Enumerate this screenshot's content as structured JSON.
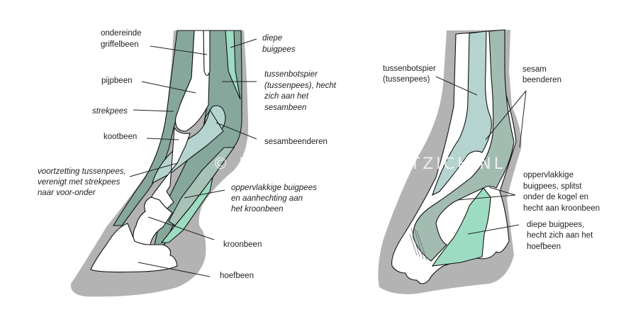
{
  "watermark": "© RENEEVERBEELDTZICH.NL",
  "colors": {
    "skin": "#b3b3b3",
    "tendon_dark": "#86a89c",
    "tendon_light": "#b6d4cf",
    "tendon_green": "#9ddcc3",
    "bone": "#ffffff"
  },
  "left_diagram": {
    "labels": {
      "ondereinde_griffelbeen": [
        "ondereinde",
        "griffelbeen"
      ],
      "diepe_buigpees": [
        "diepe",
        "buigpees"
      ],
      "pijpbeen": "pijpbeen",
      "tussenbotspier": [
        "tussenbotspier",
        "(tussenpees), hecht",
        "zich aan het",
        "sesambeen"
      ],
      "strekpees": "strekpees",
      "kootbeen": "kootbeen",
      "sesambeenderen": "sesambeenderen",
      "voortzetting": [
        "voortzetting tussenpees,",
        "verenigt met strekpees",
        "naar voor-onder"
      ],
      "oppervlakkige": [
        "oppervlakkige buigpees",
        "en aanhechting aan",
        "het kroonbeen"
      ],
      "kroonbeen": "kroonbeen",
      "hoefbeen": "hoefbeen"
    }
  },
  "right_diagram": {
    "labels": {
      "tussenbotspier": [
        "tussenbotspier",
        "(tussenpees)"
      ],
      "sesambeenderen": [
        "sesam",
        "beenderen"
      ],
      "oppervlakkige": [
        "oppervlakkige",
        "buigpees, splitst",
        "onder de kogel en",
        "hecht aan kroonbeen"
      ],
      "diepe": [
        "diepe buigpees,",
        "hecht zich aan het",
        "hoefbeen"
      ]
    }
  }
}
